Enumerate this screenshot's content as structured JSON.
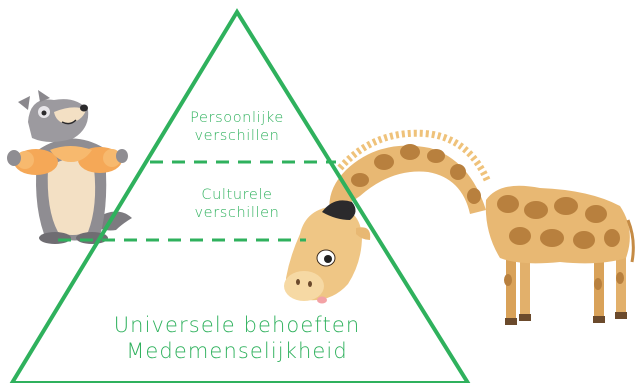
{
  "diagram": {
    "accent_color": "#2fb15d",
    "levels": [
      {
        "line1": "Persoonlijke",
        "line2": "verschillen"
      },
      {
        "line1": "Culturele",
        "line2": "verschillen"
      },
      {
        "line1": "Universele behoeften",
        "line2": "Medemenselijkheid"
      }
    ]
  },
  "illustrations": {
    "left": "wolf-character-icon",
    "right": "giraffe-character-icon"
  }
}
